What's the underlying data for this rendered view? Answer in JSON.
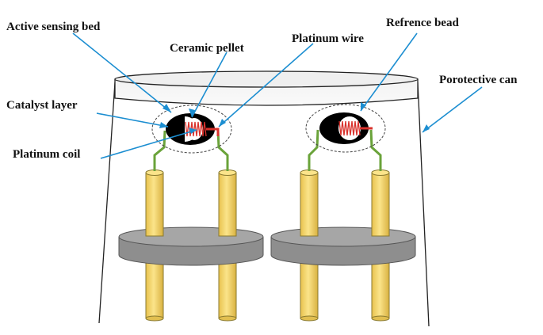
{
  "labels": {
    "active_sensing_bed": "Active sensing bed",
    "ceramic_pellet": "Ceramic pellet",
    "platinum_wire": "Platinum wire",
    "refrence_bead": "Refrence bead",
    "porotective_can": "Porotective can",
    "catalyst_layer": "Catalyst layer",
    "platinum_coil": "Platinum coil"
  },
  "colors": {
    "leader_line": "#1c8ed1",
    "pin": "#f7d86a",
    "pin_outline": "#8a7a30",
    "base_disk": "#8e8e8e",
    "base_disk_top": "#a6a6a6",
    "lead_wire": "#6aa33a",
    "coil": "#d9312b",
    "bead_fill": "#000000",
    "can_outline": "#222222"
  }
}
